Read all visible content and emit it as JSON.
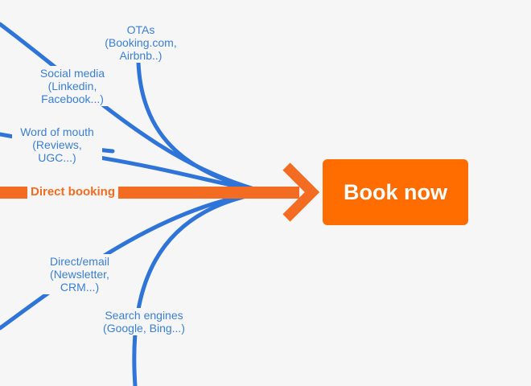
{
  "channels": {
    "otas": "OTAs\n(Booking.com,\nAirbnb..)",
    "social_media": "Social media\n(Linkedin,\nFacebook...)",
    "word_of_mouth": "Word of mouth\n(Reviews,\nUGC...)",
    "direct_email": "Direct/email\n(Newsletter,\nCRM...)",
    "search_engines": "Search engines\n(Google, Bing...)"
  },
  "direct_booking": "Direct booking",
  "cta": {
    "label": "Book now"
  },
  "colors": {
    "channel_blue": "#2f74d8",
    "direct_orange": "#f36c21",
    "cta_orange": "#ff6d00",
    "background": "#f6f6f6"
  }
}
